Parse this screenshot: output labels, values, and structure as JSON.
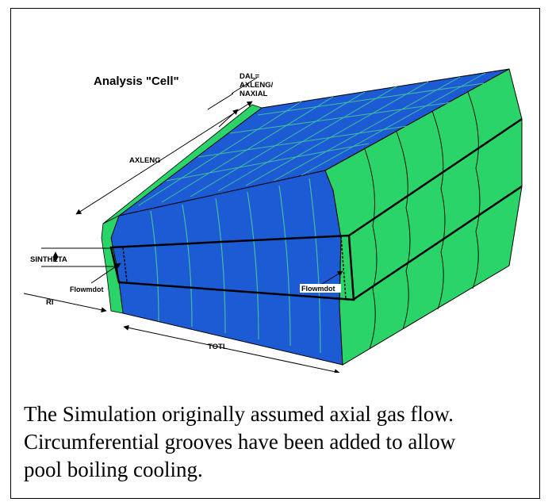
{
  "diagram": {
    "title": "Analysis \"Cell\"",
    "dal_label": [
      "DAL=",
      "AXLENG/",
      "NAXIAL"
    ],
    "axleng_label": "AXLENG",
    "sintheta_label": "SINTHETA",
    "flowmdot_left_label": "Flowmdot",
    "flowmdot_right_label": "Flowmdot",
    "ri_label": "RI",
    "totl_label": "TOTL",
    "colors": {
      "blue": "#1c5bd4",
      "green": "#2bd469",
      "line": "#000000"
    }
  },
  "caption": {
    "lines": [
      "The Simulation originally assumed axial gas flow.",
      "Circumferential grooves have been added to allow",
      "pool boiling cooling."
    ]
  }
}
